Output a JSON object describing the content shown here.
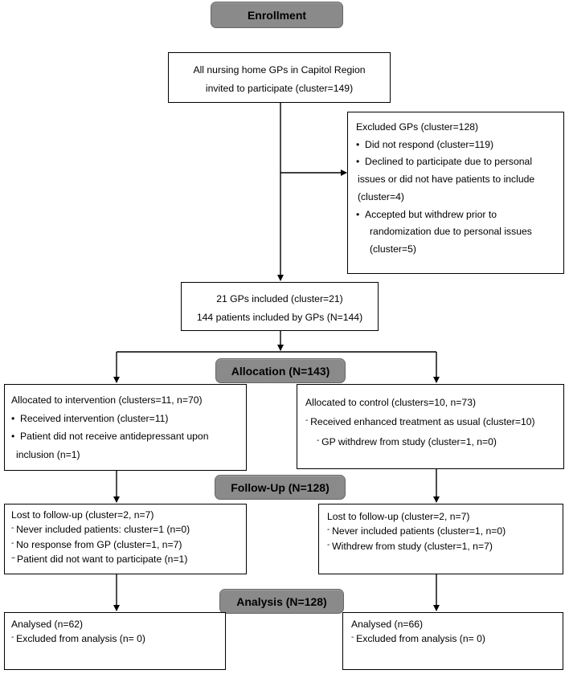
{
  "stages": {
    "enrollment": "Enrollment",
    "allocation": "Allocation (N=143)",
    "followup": "Follow-Up (N=128)",
    "analysis": "Analysis (N=128)"
  },
  "invite": {
    "line1": "All nursing home GPs in Capitol Region",
    "line2": "invited to participate (cluster=149)"
  },
  "excluded": {
    "title": "Excluded GPs (cluster=128)",
    "b1": "Did not respond (cluster=119)",
    "b2_line1": "Declined to participate due to personal",
    "b2_line2": "issues or did not have patients to include",
    "b2_line3": "(cluster=4)",
    "b3_line1": "Accepted but withdrew prior to",
    "b3_line2": "randomization due to personal issues",
    "b3_line3": "(cluster=5)"
  },
  "included": {
    "line1": "21 GPs included (cluster=21)",
    "line2": "144 patients included by GPs (N=144)"
  },
  "intervention": {
    "title": "Allocated to intervention (clusters=11, n=70)",
    "b1": "Received intervention (cluster=11)",
    "b2_line1": "Patient did not receive antidepressant upon",
    "b2_line2": "inclusion (n=1)"
  },
  "control": {
    "title": "Allocated to control (clusters=10, n=73)",
    "d1": "Received enhanced treatment as usual (cluster=10)",
    "d2": "GP withdrew from study (cluster=1, n=0)"
  },
  "followup_left": {
    "title": "Lost to follow-up  (cluster=2, n=7)",
    "d1": "Never included patients: cluster=1 (n=0)",
    "d2": "No response from GP (cluster=1, n=7)",
    "d3": "Patient did not want to participate (n=1)"
  },
  "followup_right": {
    "title": "Lost to follow-up (cluster=2, n=7)",
    "d1": "Never included patients (cluster=1, n=0)",
    "d2": "Withdrew from study (cluster=1, n=7)"
  },
  "analysis_left": {
    "title": "Analysed (n=62)",
    "d1": "Excluded from analysis (n= 0)"
  },
  "analysis_right": {
    "title": "Analysed (n=66)",
    "d1": "Excluded from analysis (n= 0)"
  }
}
